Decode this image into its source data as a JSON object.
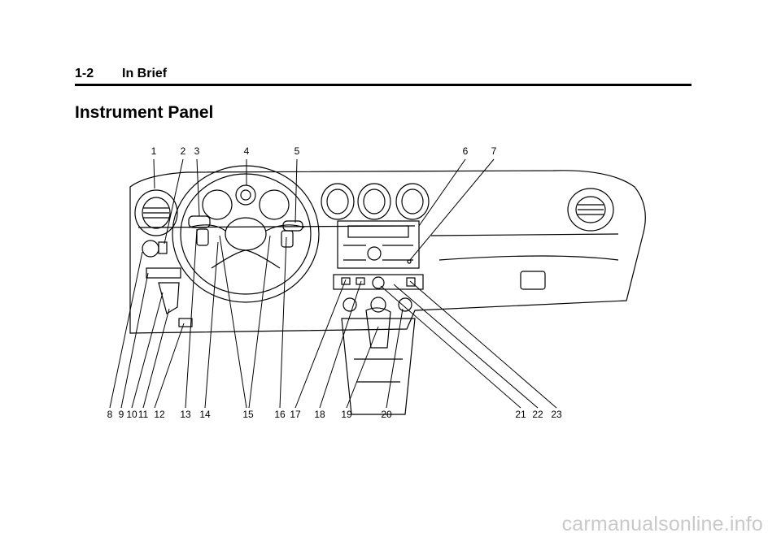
{
  "header": {
    "page_number": "1-2",
    "section": "In Brief"
  },
  "title": "Instrument Panel",
  "callouts": [
    "1",
    "2",
    "3",
    "4",
    "5",
    "6",
    "7",
    "8",
    "9",
    "10",
    "11",
    "12",
    "13",
    "14",
    "15",
    "16",
    "17",
    "18",
    "19",
    "20",
    "21",
    "22",
    "23"
  ],
  "watermark": "carmanualsonline.info"
}
